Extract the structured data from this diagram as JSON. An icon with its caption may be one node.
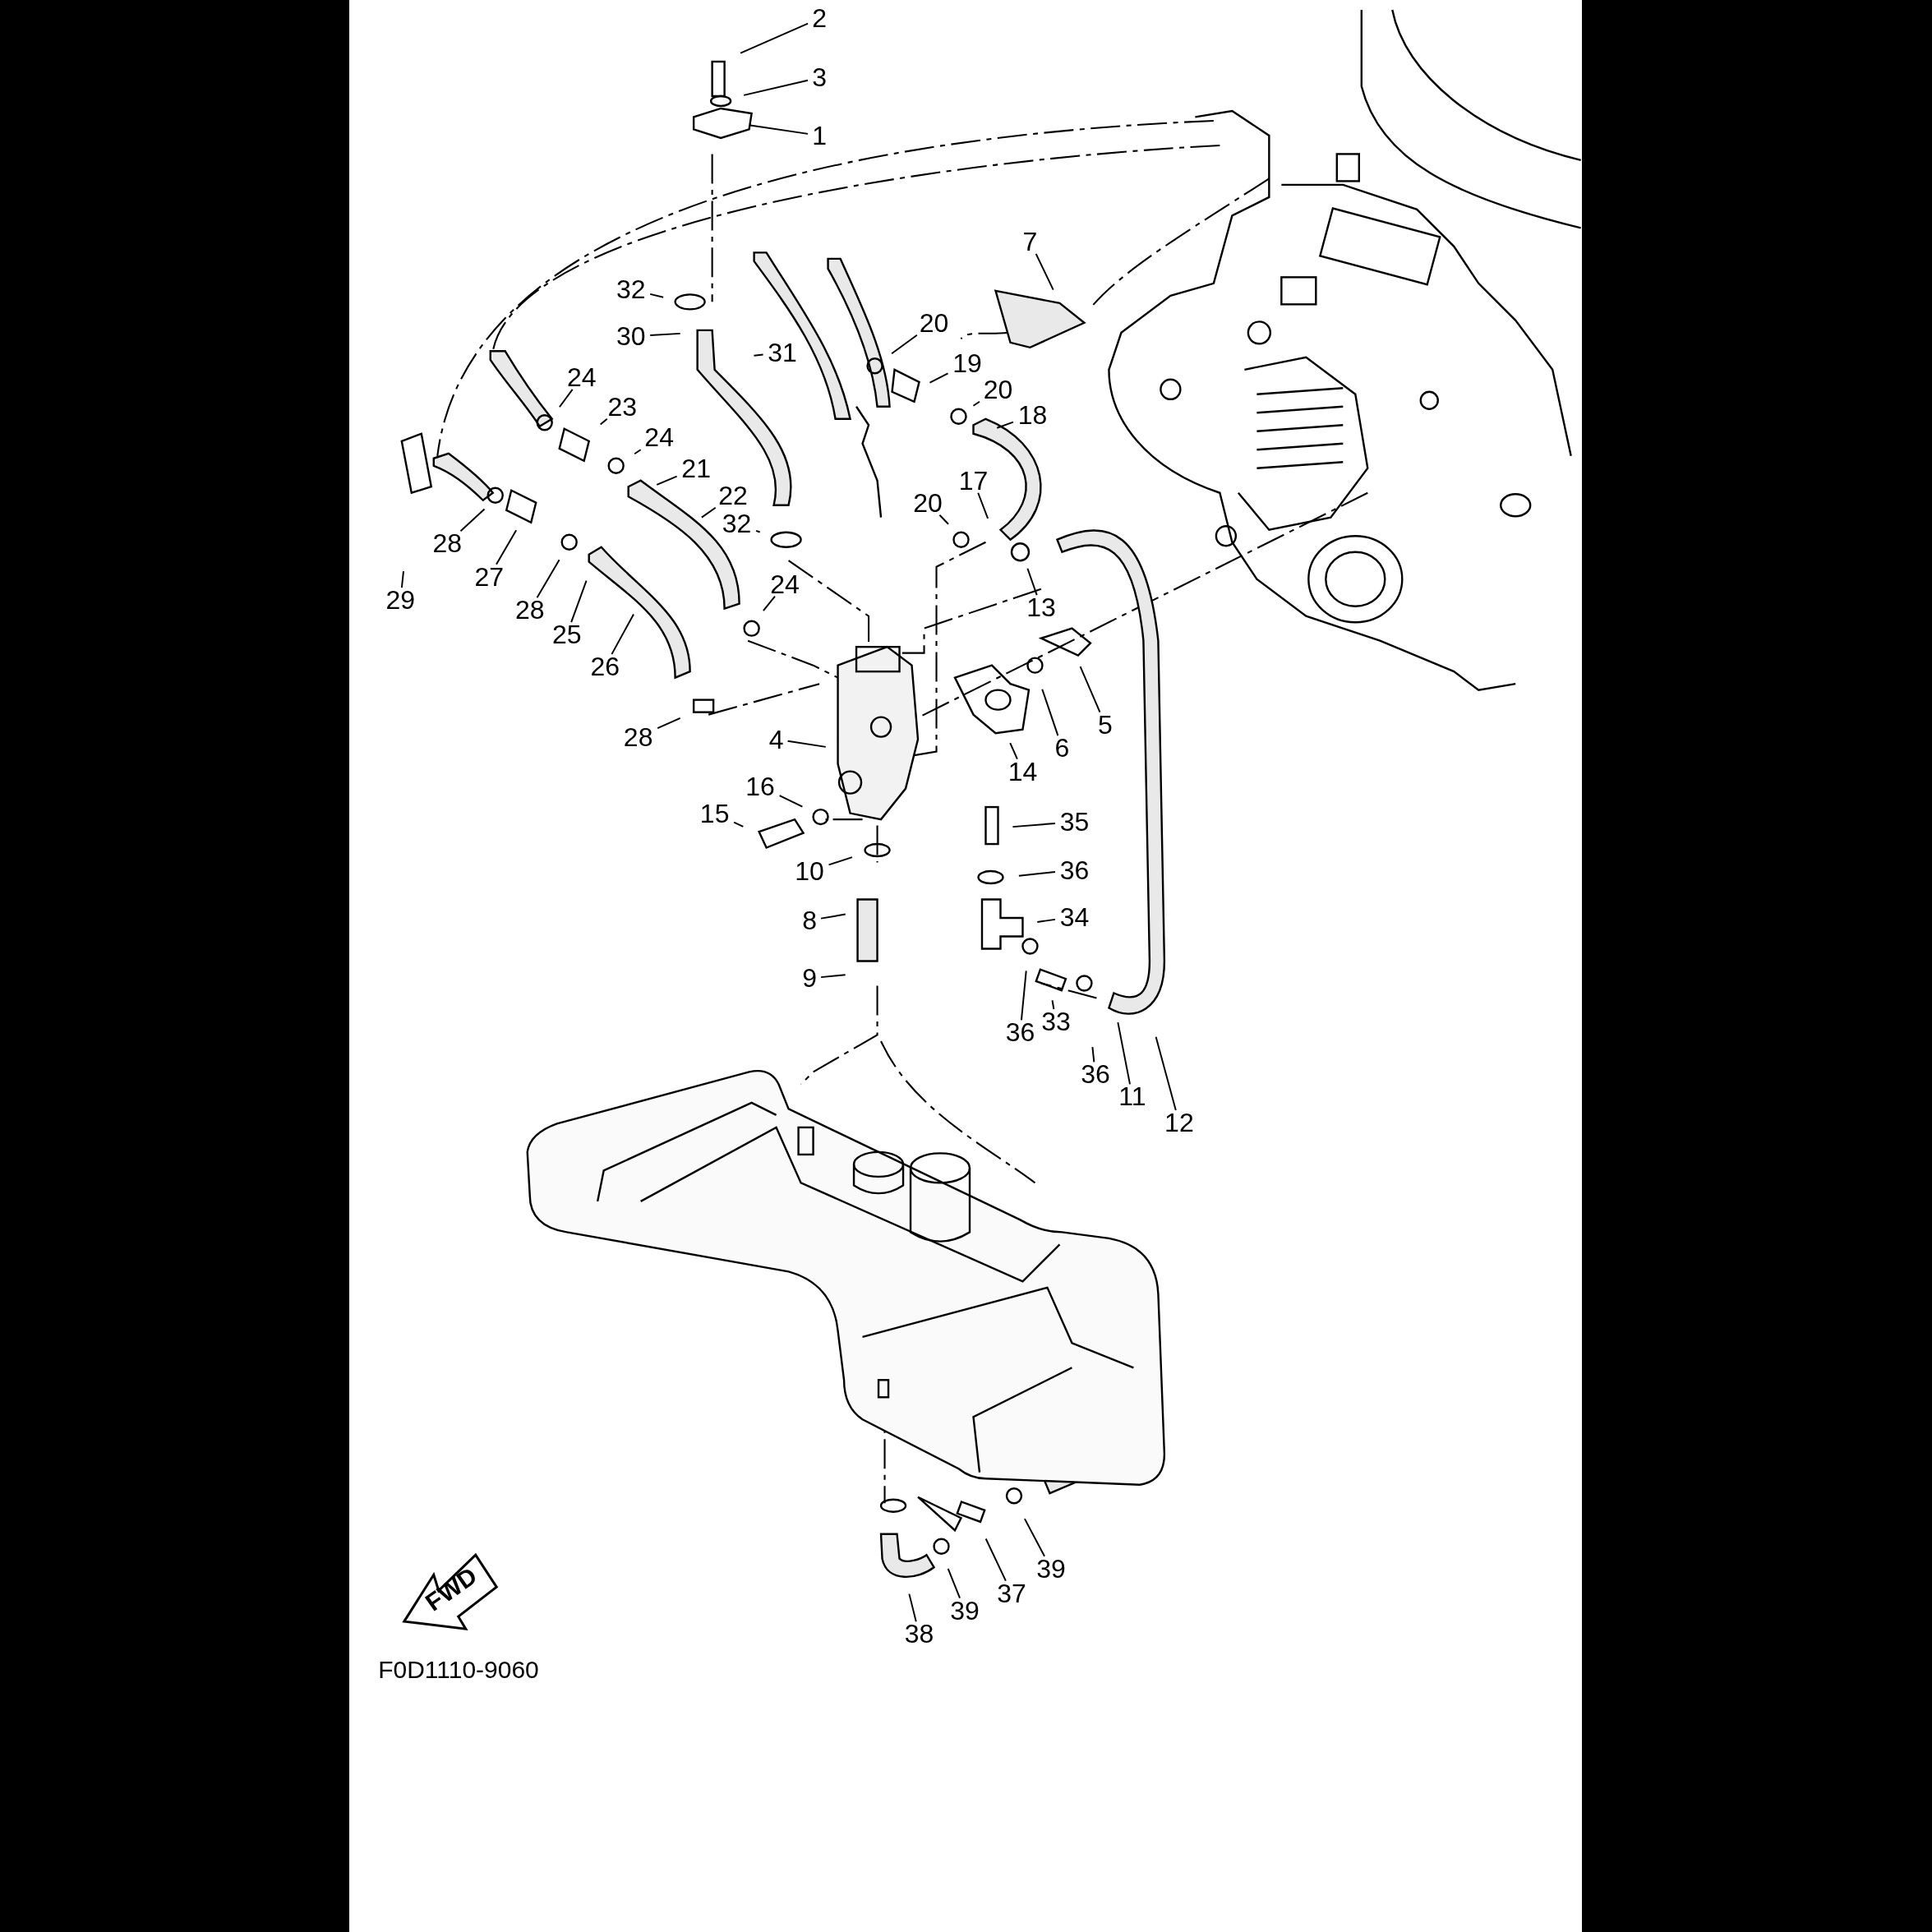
{
  "diagram": {
    "nodes": [
      {
        "text": [
          "1"
        ]
      },
      {
        "text": [
          "2"
        ]
      },
      {
        "text": [
          "3"
        ]
      },
      {
        "text": [
          "4"
        ]
      },
      {
        "text": [
          "5"
        ]
      },
      {
        "text": [
          "6"
        ]
      },
      {
        "text": [
          "7"
        ]
      },
      {
        "text": [
          "8"
        ]
      },
      {
        "text": [
          "9"
        ]
      },
      {
        "text": [
          "10"
        ]
      },
      {
        "text": [
          "11"
        ]
      },
      {
        "text": [
          "12"
        ]
      },
      {
        "text": [
          "13"
        ]
      },
      {
        "text": [
          "14"
        ]
      },
      {
        "text": [
          "15"
        ]
      },
      {
        "text": [
          "16"
        ]
      },
      {
        "text": [
          "17"
        ]
      },
      {
        "text": [
          "18"
        ]
      },
      {
        "text": [
          "19"
        ]
      },
      {
        "text": [
          "20"
        ]
      },
      {
        "text": [
          "20"
        ]
      },
      {
        "text": [
          "20"
        ]
      },
      {
        "text": [
          "21"
        ]
      },
      {
        "text": [
          "22"
        ]
      },
      {
        "text": [
          "23"
        ]
      },
      {
        "text": [
          "24"
        ]
      },
      {
        "text": [
          "24"
        ]
      },
      {
        "text": [
          "24"
        ]
      },
      {
        "text": [
          "25"
        ]
      },
      {
        "text": [
          "26"
        ]
      },
      {
        "text": [
          "27"
        ]
      },
      {
        "text": [
          "28"
        ]
      },
      {
        "text": [
          "28"
        ]
      },
      {
        "text": [
          "28"
        ]
      },
      {
        "text": [
          "29"
        ]
      },
      {
        "text": [
          "30"
        ]
      },
      {
        "text": [
          "31"
        ]
      },
      {
        "text": [
          "32"
        ]
      },
      {
        "text": [
          "32"
        ]
      },
      {
        "text": [
          "33"
        ]
      },
      {
        "text": [
          "34"
        ]
      },
      {
        "text": [
          "35"
        ]
      },
      {
        "text": [
          "36"
        ]
      },
      {
        "text": [
          "36"
        ]
      },
      {
        "text": [
          "36"
        ]
      },
      {
        "text": [
          "37"
        ]
      },
      {
        "text": [
          "38"
        ]
      },
      {
        "text": [
          "39"
        ]
      },
      {
        "text": [
          "39"
        ]
      }
    ],
    "edges": [
      {
        "from": 0,
        "to": null,
        "arrow": "none"
      },
      {
        "from": 1,
        "to": null,
        "arrow": "none"
      },
      {
        "from": 2,
        "to": null,
        "arrow": "none"
      },
      {
        "from": 3,
        "to": null,
        "arrow": "none"
      },
      {
        "from": 4,
        "to": null,
        "arrow": "none"
      },
      {
        "from": 5,
        "to": null,
        "arrow": "none"
      },
      {
        "from": 6,
        "to": null,
        "arrow": "none"
      },
      {
        "from": 7,
        "to": null,
        "arrow": "none"
      },
      {
        "from": 8,
        "to": null,
        "arrow": "none"
      },
      {
        "from": 9,
        "to": null,
        "arrow": "none"
      },
      {
        "from": 10,
        "to": null,
        "arrow": "none"
      },
      {
        "from": 11,
        "to": null,
        "arrow": "none"
      },
      {
        "from": 12,
        "to": null,
        "arrow": "none"
      },
      {
        "from": 13,
        "to": null,
        "arrow": "none"
      },
      {
        "from": 14,
        "to": null,
        "arrow": "none"
      },
      {
        "from": 15,
        "to": null,
        "arrow": "none"
      },
      {
        "from": 16,
        "to": null,
        "arrow": "none"
      },
      {
        "from": 17,
        "to": null,
        "arrow": "none"
      },
      {
        "from": 18,
        "to": null,
        "arrow": "none"
      },
      {
        "from": 19,
        "to": null,
        "arrow": "none"
      },
      {
        "from": 20,
        "to": null,
        "arrow": "none"
      },
      {
        "from": 21,
        "to": null,
        "arrow": "none"
      },
      {
        "from": 22,
        "to": null,
        "arrow": "none"
      },
      {
        "from": 23,
        "to": null,
        "arrow": "none"
      },
      {
        "from": 24,
        "to": null,
        "arrow": "none"
      },
      {
        "from": 25,
        "to": null,
        "arrow": "none"
      },
      {
        "from": 26,
        "to": null,
        "arrow": "none"
      },
      {
        "from": 27,
        "to": null,
        "arrow": "none"
      },
      {
        "from": 28,
        "to": null,
        "arrow": "none"
      },
      {
        "from": 29,
        "to": null,
        "arrow": "none"
      },
      {
        "from": 30,
        "to": null,
        "arrow": "none"
      },
      {
        "from": 31,
        "to": null,
        "arrow": "none"
      },
      {
        "from": 32,
        "to": null,
        "arrow": "none"
      },
      {
        "from": 33,
        "to": null,
        "arrow": "none"
      },
      {
        "from": 34,
        "to": null,
        "arrow": "none"
      },
      {
        "from": 35,
        "to": null,
        "arrow": "none"
      },
      {
        "from": 36,
        "to": null,
        "arrow": "none"
      },
      {
        "from": 37,
        "to": null,
        "arrow": "none"
      },
      {
        "from": 38,
        "to": null,
        "arrow": "none"
      },
      {
        "from": 39,
        "to": null,
        "arrow": "none"
      },
      {
        "from": 40,
        "to": null,
        "arrow": "none"
      },
      {
        "from": 41,
        "to": null,
        "arrow": "none"
      },
      {
        "from": 42,
        "to": null,
        "arrow": "none"
      },
      {
        "from": 43,
        "to": null,
        "arrow": "none"
      },
      {
        "from": 44,
        "to": null,
        "arrow": "none"
      },
      {
        "from": 45,
        "to": null,
        "arrow": "none"
      },
      {
        "from": 46,
        "to": null,
        "arrow": "none"
      },
      {
        "from": 47,
        "to": null,
        "arrow": "none"
      },
      {
        "from": 48,
        "to": null,
        "arrow": "none"
      }
    ],
    "labels": [
      "FWD",
      "F0D1110-9060"
    ]
  }
}
